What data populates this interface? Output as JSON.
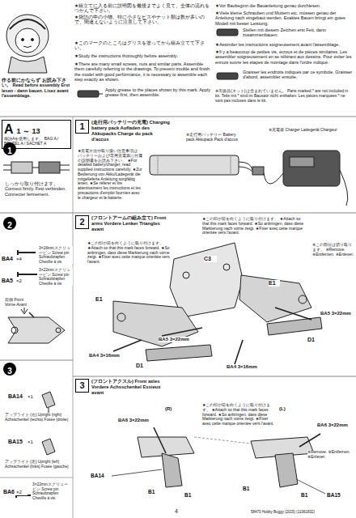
{
  "diagram": {
    "nodes": [
      {
        "text": [
          "A",
          "1 ～ 13",
          "袋詰Aを使用します。 BAG A / BEUTEL A / SACHET A"
        ]
      },
      {
        "text": [
          "1"
        ]
      },
      {
        "text": [
          "1",
          "(走行用バッテリーの充電) Charging battery pack Aufladen des Akkupacks Charge du pack d'accus"
        ]
      },
      {
        "text": [
          "2"
        ]
      },
      {
        "text": [
          "2",
          "(フロントアームの組み立て) Front arms Vordere Lenker Triangles avant"
        ]
      },
      {
        "text": [
          "3"
        ]
      },
      {
        "text": [
          "3",
          "(フロントアクスル) Front axles Vordere Achsschenkel Essieux avant"
        ]
      }
    ],
    "labels": [
      "作る前にかならず お読み下さい。 Read before assembly Erst lesen - dann bauen. Lisez avant l'assemblage.",
      "★組立てに入る前に説明図を最後までよく見て、全体の流れをつかんで下さい。",
      "★袋詰の中の小物、特に小さなビスやナット類は数が多いので、間違えないように注意して下さい。",
      "★このマークのところはグリスを塗ってから組み立てて下さい。",
      "★Study the instructions thoroughly before assembly.",
      "★There are many small screws, nuts and similar parts. Assemble them carefully referring to the drawings. To prevent trouble and finish the model with good performance, it is necessary to assemble each step exactly as shown.",
      "Apply grease to the places shown by this mark. Apply grease first, then assemble.",
      "★Vor Baubeginn die Bauanleitung genau durchlesen.",
      "★Viele kleine Schrauben und Muttern etc. müssen genau der Anleitung nach eingebaut werden. Exaktes Bauen bringt ein gutes Modell mit bester Leistung.",
      "Stellen mit diesem Zeichen erst Fett, dann zusammenbauen.",
      "★Assimiler les instructions soigneusement avant l'assemblage.",
      "★Il y a beaucoup de petites vis, écrous et de pièces similaires. Les assembler soigneusement en se référant aux dessins. Pour éviter les ennuis suivre les étapes de montage dans l'ordre indiqué.",
      "Graisser les endroits indiqués par ce symbole. Graisser d'abord, assembler ensuite.",
      "※市販品(ネット)は含まれていません。 Parts marked * are not included in kit. Teile mit * sind im Bausatz nicht enthalten. Les pièces marquées * ne sont pas incluses dans le kit.",
      "しっかり取り付けます。 Connect firmly. Fest verbinden. Connecter fermement.",
      "★充電方法や取り扱い注意事項は、バッテリーおよび専用充電器に付属の説明書をお読み下さい。 ★For detailed battery/charger, read supplied instructions carefully. ★Zur Bedienung von Akku/Ladegerät die mitgelieferte Anleitung sorgfältig lesen. ★Se référer et lire attentivement les instructions et les précautions d'emploi fournies avec le chargeur et la batterie.",
      "※走行用バッテリー Battery pack Akkupack Pack d'accus",
      "※充電器 Charger Ladegerät Chargeur",
      "BA4",
      "×4",
      "3×16mmスクリューピン Screw pin Schraubzapfen Cheville à vis",
      "BA5",
      "×2",
      "3×22mmスクリューピン Screw pin Schraubzapfen Cheville à vis",
      "前側 Front Vorne Avant",
      "★この印が前を向くように取り付けます。 ★Attach so that this mark faces forward. ★So anbringen, dass diese Markierung nach vorne zeigt. ★Fixer avec cette marque orientée vers l'avant.",
      "※この部分は切り取ります。 ※Remove. ※Entfernen. ※Enlever.",
      "★この印が前を向くように取り付けます。 ★Attach so that this mark faces forward. ★So anbringen, dass diese Markierung nach vorne zeigt. ★Fixer avec cette marque orientée vers l'avant.",
      "C3",
      "E1",
      "E1",
      "D1",
      "D1",
      "BA5 3×22mm",
      "BA5 3×22mm",
      "BA4 3×16mm",
      "BA4 3×16mm",
      "BA14",
      "×1",
      "アップライト (右) Upright (right) Achsschenkel (rechts) Fusée (droite)",
      "BA15",
      "×1",
      "アップライト (左) Upright (left) Achsschenkel (links) Fusée (gauche)",
      "BA6",
      "×2",
      "3×22mmスクリューピン Screw pin Schraubzapfen Cheville à vis",
      "★この印が前を向くように取り付けます。 ★Attach so that this mark faces forward. ★So anbringen, dass diese Markierung nach vorne zeigt. ★Fixer avec cette marque orientée vers l'avant.",
      "※Remove. ※Entfernen. ※Enlever.",
      "(R)",
      "(L)",
      "BA6 3×22mm",
      "BA6 3×22mm",
      "BA14",
      "BA15",
      "B1",
      "B1",
      "B1",
      "B1",
      "4",
      "58470 Hobby Buggy (2015) (11061832)"
    ]
  }
}
